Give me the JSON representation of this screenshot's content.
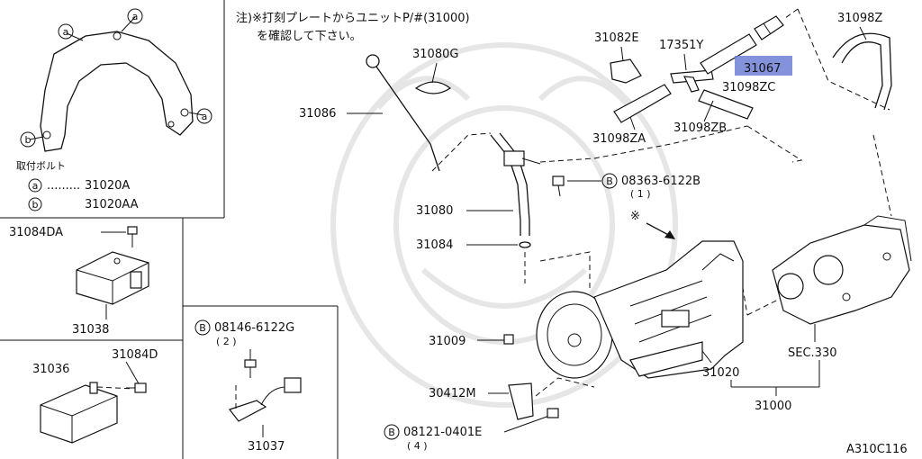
{
  "note": {
    "line1": "注)※打刻プレートからユニットP/#(31000)",
    "line2": "を確認して下さい。"
  },
  "legend": {
    "title": "取付ボルト",
    "a_marker": "a",
    "a_part": "31020A",
    "b_marker": "b",
    "b_part": "31020AA"
  },
  "callouts": {
    "a": "a",
    "b": "b",
    "B": "B"
  },
  "parts": {
    "p31080G": "31080G",
    "p31086": "31086",
    "p31080": "31080",
    "p31084": "31084",
    "p31082E": "31082E",
    "p17351Y": "17351Y",
    "p31067": "31067",
    "p31098ZC": "31098ZC",
    "p31098Z": "31098Z",
    "p31098ZA": "31098ZA",
    "p31098ZB": "31098ZB",
    "p08363": "08363-6122B",
    "p08363_qty": "( 1 )",
    "p31084DA": "31084DA",
    "p31038": "31038",
    "p31036": "31036",
    "p31084D": "31084D",
    "p08146": "08146-6122G",
    "p08146_qty": "( 2 )",
    "p31037": "31037",
    "p31009": "31009",
    "p30412M": "30412M",
    "p08121": "08121-0401E",
    "p08121_qty": "( 4 )",
    "p31020": "31020",
    "pSEC330": "SEC.330",
    "p31000": "31000",
    "star": "※"
  },
  "diagram_code": "A310C116",
  "colors": {
    "highlight": "#6f7fd6",
    "line": "#111111"
  }
}
